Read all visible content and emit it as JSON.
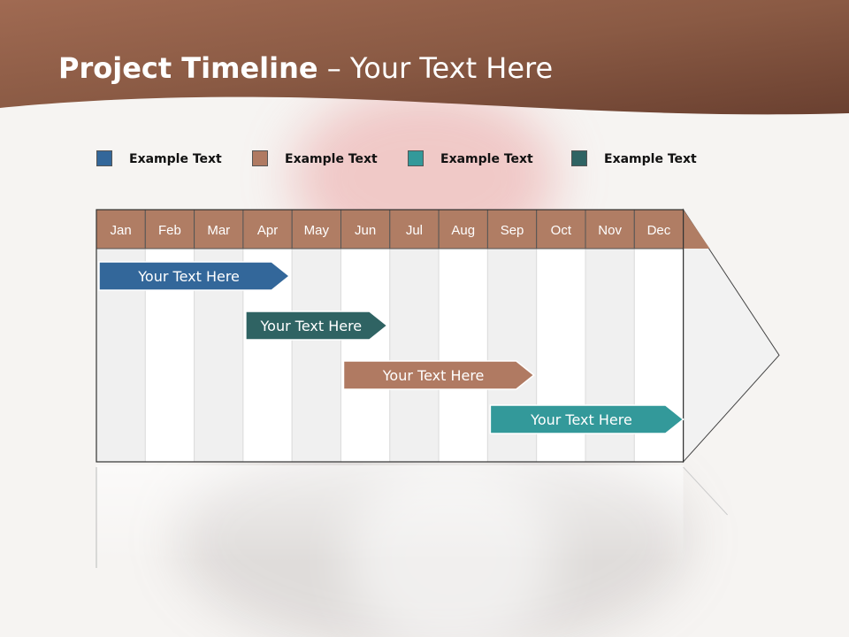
{
  "slide": {
    "title_bold": "Project Timeline",
    "title_rest": " – Your Text Here"
  },
  "colors": {
    "header_band": "#8a5a44",
    "month_header": "#b07d64",
    "blue": "#33679a",
    "brown": "#b07a62",
    "teal": "#33999a",
    "dark_teal": "#2f6363"
  },
  "legend": [
    {
      "label": "Example Text",
      "color": "#33679a"
    },
    {
      "label": "Example Text",
      "color": "#b07a62"
    },
    {
      "label": "Example Text",
      "color": "#33999a"
    },
    {
      "label": "Example Text",
      "color": "#2f6363"
    }
  ],
  "timeline": {
    "months": [
      "Jan",
      "Feb",
      "Mar",
      "Apr",
      "May",
      "Jun",
      "Jul",
      "Aug",
      "Sep",
      "Oct",
      "Nov",
      "Dec"
    ],
    "bars": [
      {
        "label": "Your  Text Here",
        "start_month": 1.0,
        "end_month": 4.0,
        "color": "#33679a"
      },
      {
        "label": "Your  Text Here",
        "start_month": 4.0,
        "end_month": 6.0,
        "color": "#2f6363"
      },
      {
        "label": "Your  Text Here",
        "start_month": 6.0,
        "end_month": 9.0,
        "color": "#b07a62"
      },
      {
        "label": "Your  Text Here",
        "start_month": 9.0,
        "end_month": 12.0,
        "color": "#33999a"
      }
    ]
  }
}
